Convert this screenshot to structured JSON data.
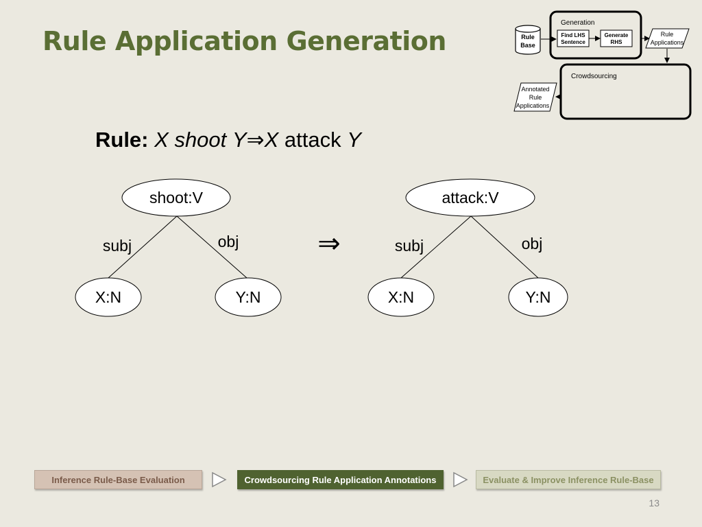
{
  "slide": {
    "title": "Rule Application Generation",
    "page_number": "13"
  },
  "rule": {
    "label": "Rule:",
    "lhs_x": "X",
    "lhs_pred": "shoot",
    "lhs_y": "Y",
    "arrow": "⇒",
    "rhs_x": "X",
    "rhs_pred": "attack",
    "rhs_y": "Y"
  },
  "tree_left": {
    "root": "shoot:V",
    "left_edge": "subj",
    "right_edge": "obj",
    "left_leaf": "X:N",
    "right_leaf": "Y:N"
  },
  "tree_arrow": "⇒",
  "tree_right": {
    "root": "attack:V",
    "left_edge": "subj",
    "right_edge": "obj",
    "left_leaf": "X:N",
    "right_leaf": "Y:N"
  },
  "pipeline": {
    "rule_base_line1": "Rule",
    "rule_base_line2": "Base",
    "generation_label": "Generation",
    "find_lhs_line1": "Find LHS",
    "find_lhs_line2": "Sentence",
    "generate_rhs_line1": "Generate",
    "generate_rhs_line2": "RHS",
    "rule_apps_line1": "Rule",
    "rule_apps_line2": "Applications",
    "crowdsourcing_label": "Crowdsourcing",
    "annotated_line1": "Annotated",
    "annotated_line2": "Rule",
    "annotated_line3": "Applications"
  },
  "progress": {
    "step1": "Inference Rule-Base Evaluation",
    "step2": "Crowdsourcing Rule Application Annotations",
    "step3": "Evaluate & Improve Inference Rule-Base",
    "active_step": 2
  },
  "colors": {
    "background": "#ebe9e0",
    "title": "#5a6e34",
    "active_step": "#4f6230",
    "inactive_step": "#d5c2b4"
  }
}
